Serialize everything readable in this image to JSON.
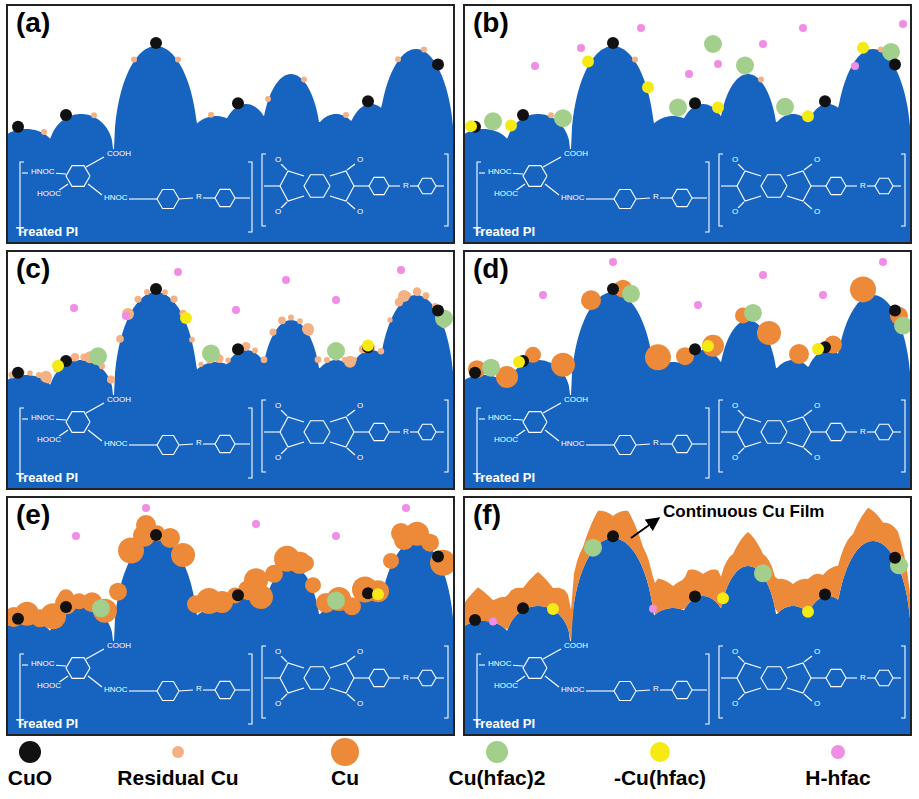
{
  "diagram": {
    "nodes": [
      {
        "text": [
          "(a)",
          "Treated PI"
        ]
      },
      {
        "text": [
          "(b)",
          "Treated PI"
        ]
      },
      {
        "text": [
          "(c)",
          "Treated PI"
        ]
      },
      {
        "text": [
          "(d)",
          "Treated PI"
        ]
      },
      {
        "text": [
          "(e)",
          "Treated PI"
        ]
      },
      {
        "text": [
          "(f)",
          "Treated PI"
        ]
      }
    ],
    "labels": [
      "HNOC",
      "COOH",
      "HOOC",
      "HNOC",
      "R",
      "O",
      "O",
      "O",
      "O",
      "R",
      "HNOC",
      "COOH",
      "HOOC",
      "HNOC",
      "R",
      "O",
      "O",
      "O",
      "O",
      "R",
      "HNOC",
      "COOH",
      "HOOC",
      "HNOC",
      "R",
      "O",
      "O",
      "O",
      "O",
      "R",
      "HNOC",
      "COOH",
      "HOOC",
      "HNOC",
      "R",
      "O",
      "O",
      "O",
      "O",
      "R",
      "HNOC",
      "COOH",
      "HOOC",
      "HNOC",
      "R",
      "O",
      "O",
      "O",
      "O",
      "R",
      "HNOC",
      "COOH",
      "HOOC",
      "HNOC",
      "R",
      "O",
      "O",
      "O",
      "O",
      "R",
      "Continuous Cu Film"
    ],
    "legend": [
      {
        "text": "CuO",
        "color": "#111111"
      },
      {
        "text": "Residual Cu",
        "color": "#f4b183"
      },
      {
        "text": "Cu",
        "color": "#ec8a3a"
      },
      {
        "text": "Cu(hfac)2",
        "color": "#a3cf8c"
      },
      {
        "text": "-Cu(hfac)",
        "color": "#f5ea14"
      },
      {
        "text": "H-hfac",
        "color": "#f08ee4"
      }
    ]
  }
}
